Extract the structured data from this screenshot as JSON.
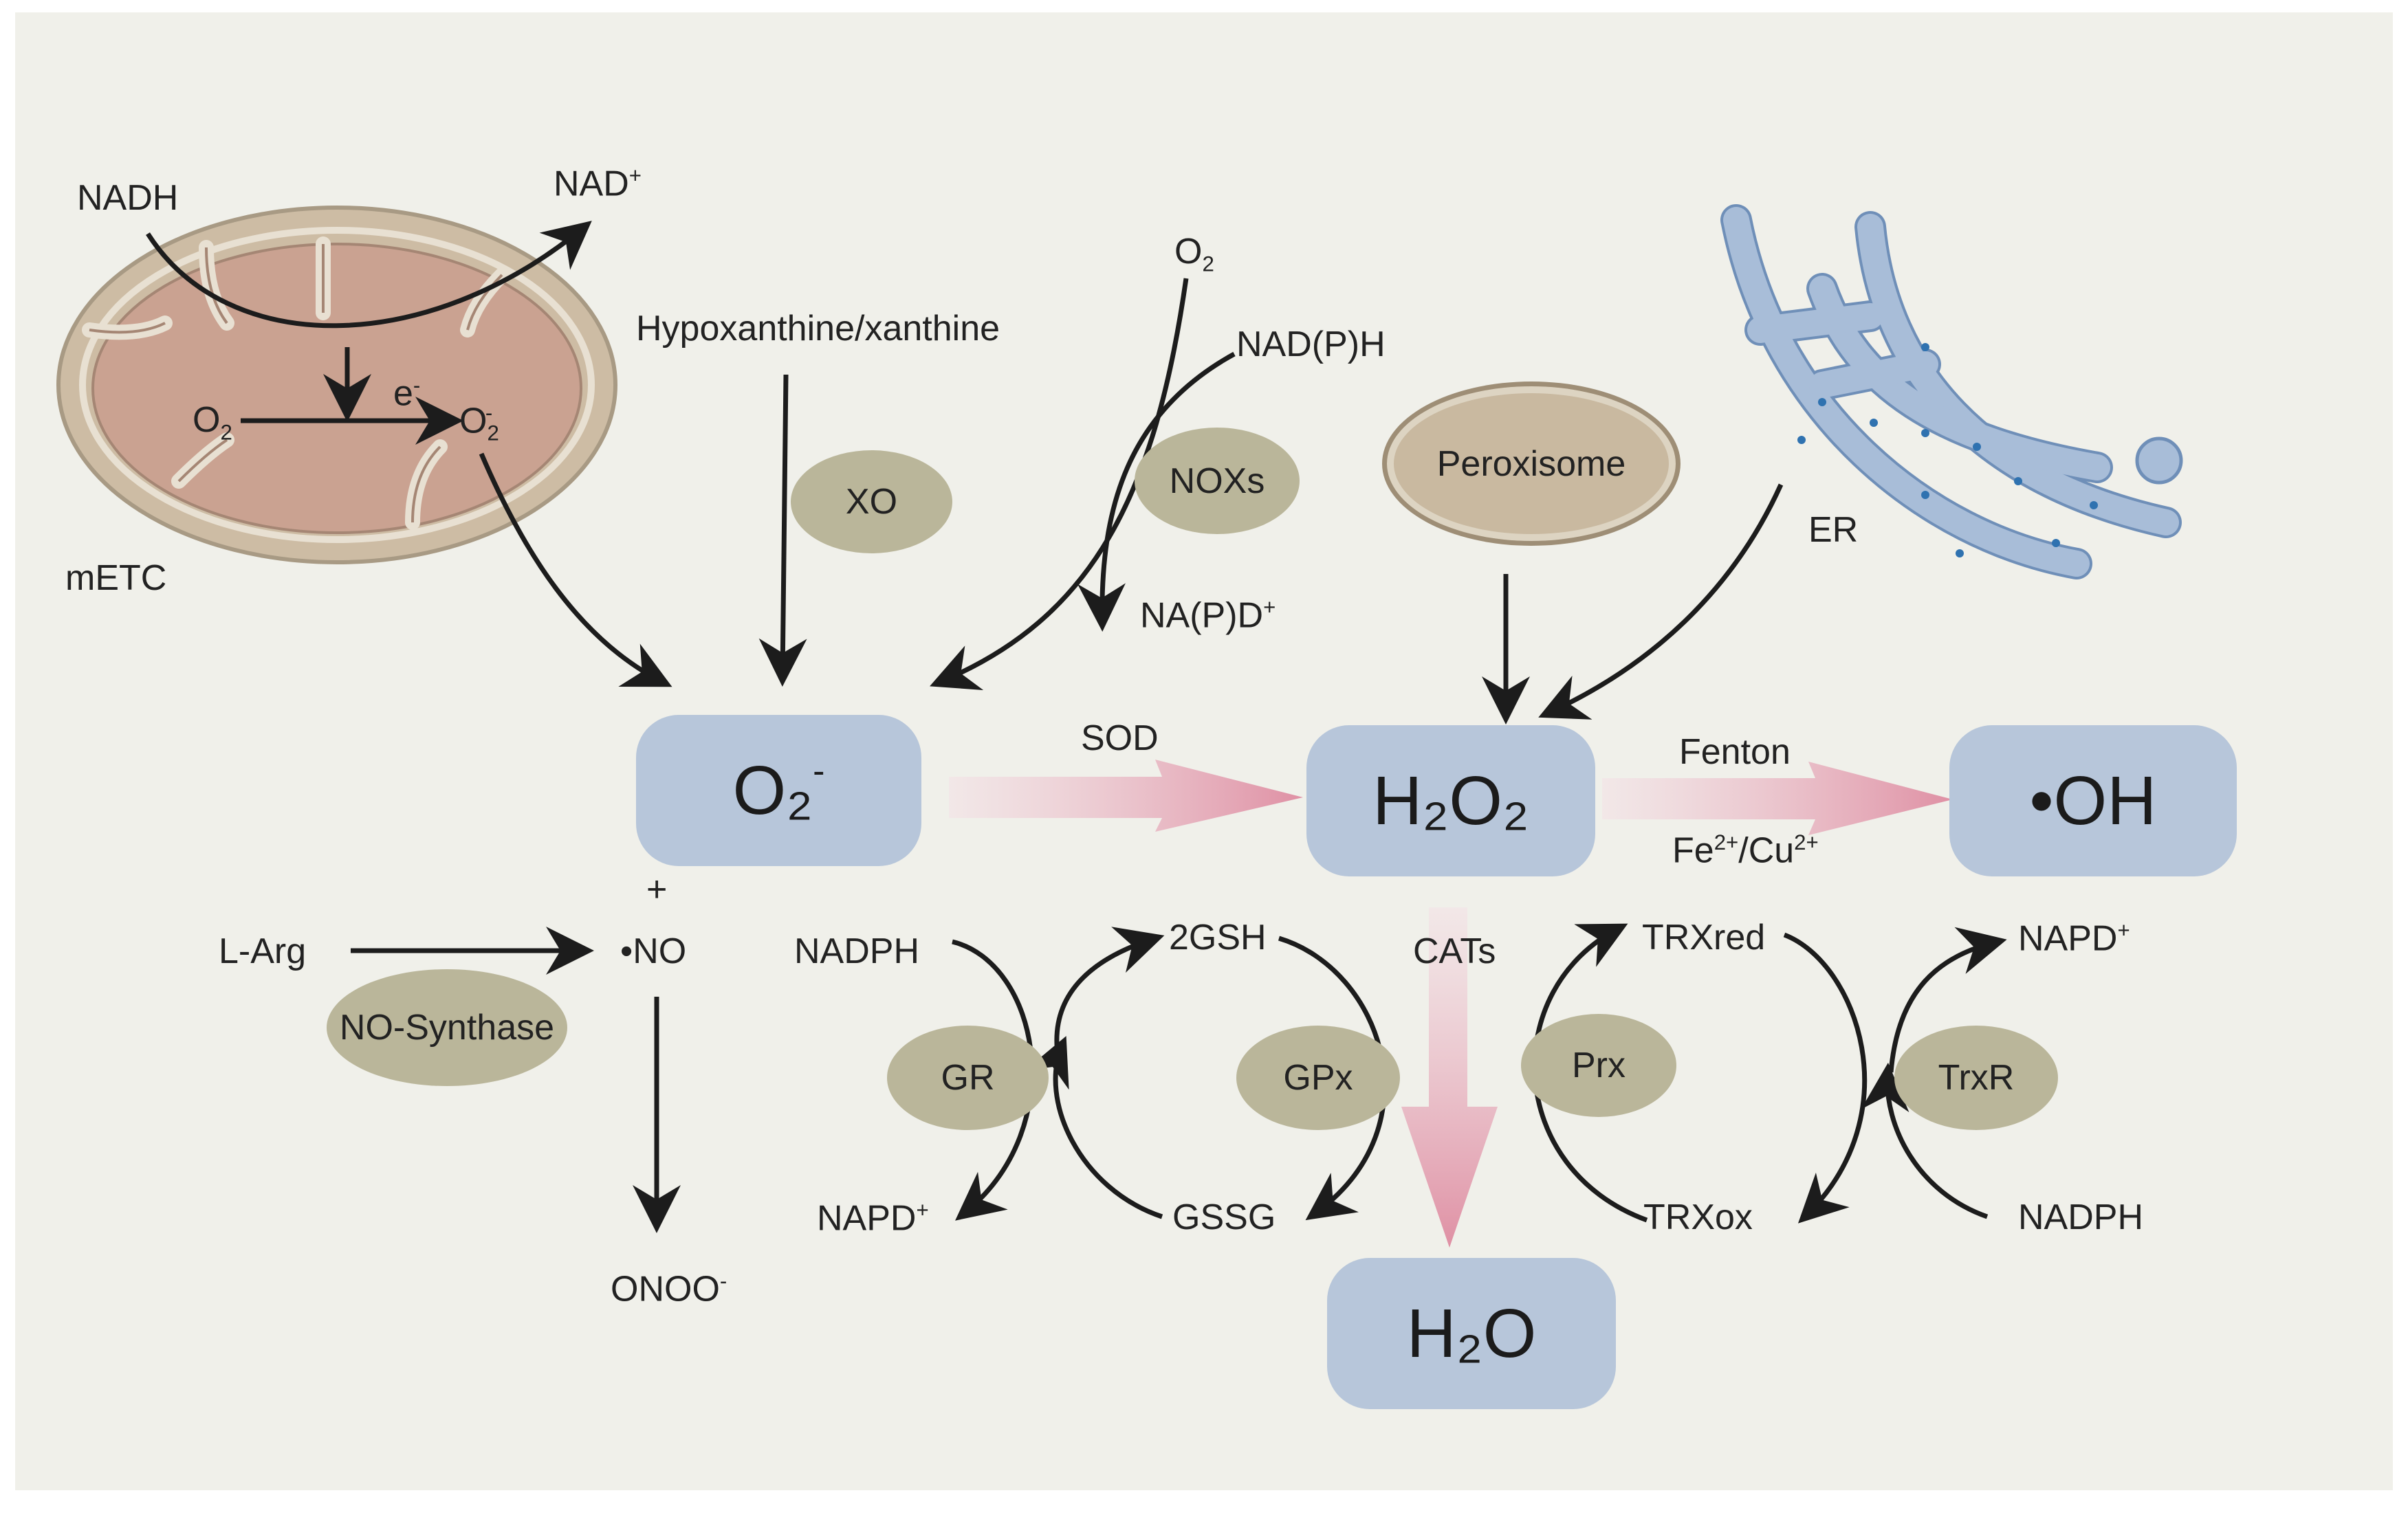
{
  "mitochondrion": {
    "label": "mETC",
    "nadh": "NADH",
    "nad_plus": "NAD",
    "electron": "e",
    "o2": "O",
    "o2_radical": "O"
  },
  "xanthine": {
    "substrate": "Hypoxanthine/xanthine",
    "enzyme": "XO"
  },
  "nox": {
    "o2": "O",
    "nadph": "NAD(P)H",
    "enzyme": "NOXs",
    "product": "NA(P)D"
  },
  "peroxisome": {
    "label": "Peroxisome"
  },
  "er": {
    "label": "ER"
  },
  "species": {
    "superoxide": "O₂",
    "peroxide": "H₂O₂",
    "hydroxyl": "•OH",
    "water": "H₂O"
  },
  "reactions": {
    "sod": "SOD",
    "fenton": "Fenton",
    "fenton_metals": "Fe",
    "cats": "CATs"
  },
  "no_pathway": {
    "plus": "+",
    "l_arg": "L-Arg",
    "no": "•NO",
    "enzyme": "NO-Synthase",
    "peroxynitrite": "ONOO"
  },
  "glutathione_cycle": {
    "nadph": "NADPH",
    "gsh": "2GSH",
    "nadp": "NAPD",
    "gssg": "GSSG",
    "gr": "GR",
    "gpx": "GPx"
  },
  "thioredoxin_cycle": {
    "trx_red": "TRXred",
    "nadp": "NAPD",
    "trx_ox": "TRXox",
    "nadph": "NADPH",
    "prx": "Prx",
    "trxr": "TrxR"
  },
  "colors": {
    "background": "#f0f0ea",
    "species_box": "#b7c6da",
    "enzyme_ellipse": "#bab69a",
    "mito_outer": "#c9b8a0",
    "mito_matrix": "#c9a290",
    "er": "#9db3d0",
    "pink_arrow": "#e098a8"
  }
}
